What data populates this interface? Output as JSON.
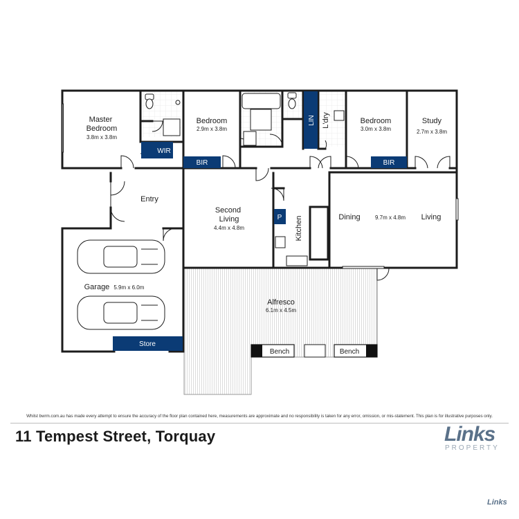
{
  "rooms": {
    "master_bedroom": {
      "name": "Master\nBedroom",
      "dims": "3.8m x 3.8m"
    },
    "wir": "WIR",
    "bedroom_2": {
      "name": "Bedroom",
      "dims": "2.9m x 3.8m"
    },
    "bir_1": "BIR",
    "lin": "LIN",
    "laundry": "L'dry",
    "bedroom_3": {
      "name": "Bedroom",
      "dims": "3.0m x 3.8m"
    },
    "bir_2": "BIR",
    "study": {
      "name": "Study",
      "dims": "2.7m x 3.8m"
    },
    "entry": "Entry",
    "second_living": {
      "name": "Second\nLiving",
      "dims": "4.4m x 4.8m"
    },
    "pantry": "P",
    "kitchen": "Kitchen",
    "dining": "Dining",
    "dining_living_dims": "9.7m x 4.8m",
    "living": "Living",
    "garage": {
      "name": "Garage",
      "dims": "5.9m x 6.0m"
    },
    "store": "Store",
    "alfresco": {
      "name": "Alfresco",
      "dims": "6.1m x 4.5m"
    },
    "bench_1": "Bench",
    "bench_2": "Bench"
  },
  "disclaimer": "Whilst bwrm.com.au has made every attempt to ensure the accuracy of the floor plan contained here, measurements are approximate and no responsibility is taken for any error, omission, or mis-statement. This plan is for illustrative purposes only.",
  "address": "11 Tempest Street, Torquay",
  "logo": {
    "word": "Links",
    "sub": "PROPERTY"
  },
  "corner_mark": "Links",
  "colors": {
    "wall": "#1c1c1c",
    "accent": "#0b3b75",
    "alfresco_hatch": "#9a9a9a"
  }
}
